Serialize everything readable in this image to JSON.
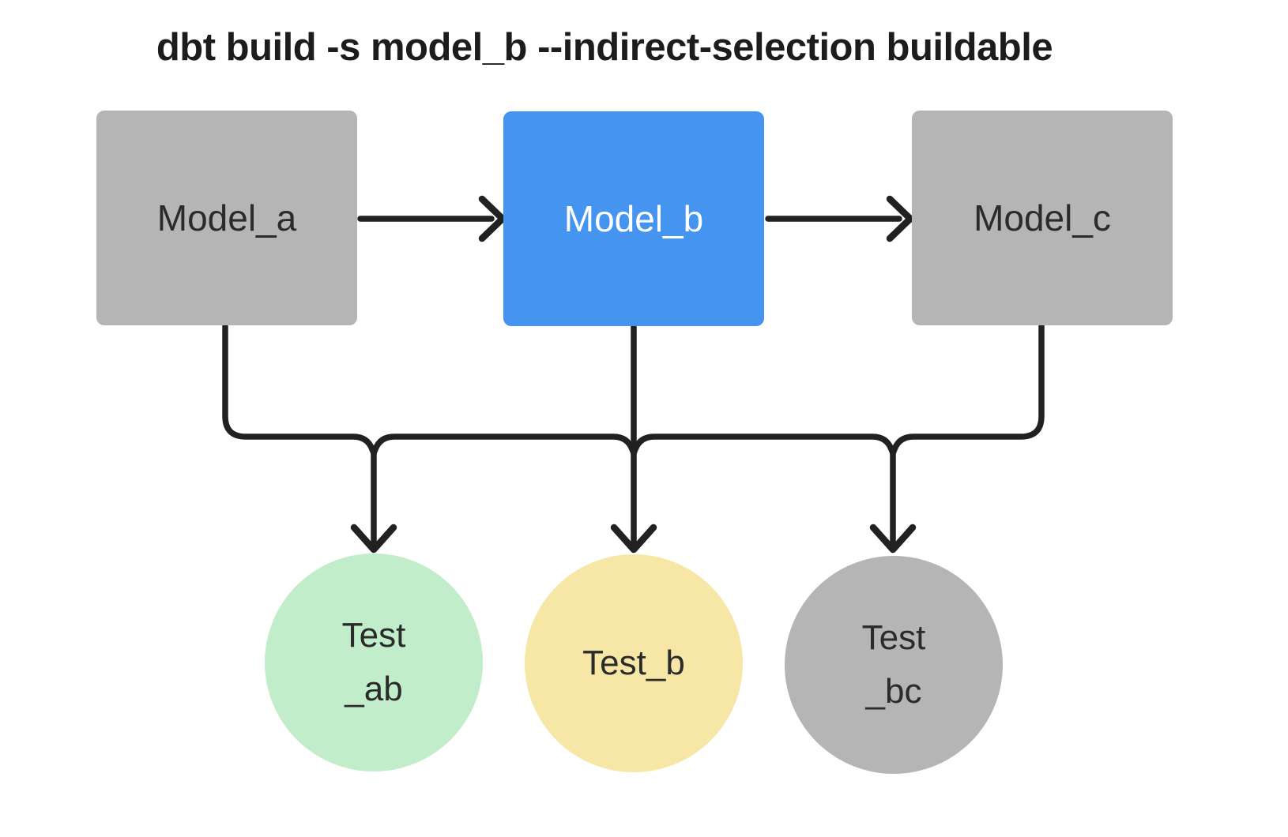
{
  "title": "dbt build -s model_b --indirect-selection buildable",
  "colors": {
    "node_gray": "#b5b5b5",
    "node_blue": "#4594f0",
    "test_green": "#c1edcb",
    "test_yellow": "#f7e7a6",
    "test_gray": "#b5b5b5",
    "edge": "#212121",
    "text_dark": "#2b2b2b",
    "text_light": "#ffffff",
    "text_title": "#1c1c1c"
  },
  "models": [
    {
      "id": "model_a",
      "label": "Model_a",
      "color": "gray"
    },
    {
      "id": "model_b",
      "label": "Model_b",
      "color": "blue"
    },
    {
      "id": "model_c",
      "label": "Model_c",
      "color": "gray"
    }
  ],
  "tests": [
    {
      "id": "test_ab",
      "line1": "Test",
      "line2": "_ab",
      "color": "green"
    },
    {
      "id": "test_b",
      "line1": "Test_b",
      "line2": "",
      "color": "yellow"
    },
    {
      "id": "test_bc",
      "line1": "Test",
      "line2": "_bc",
      "color": "gray"
    }
  ],
  "edges": [
    {
      "from": "model_a",
      "to": "model_b",
      "type": "arrow"
    },
    {
      "from": "model_b",
      "to": "model_c",
      "type": "arrow"
    },
    {
      "from": "model_a",
      "to": "test_ab",
      "type": "arrow"
    },
    {
      "from": "model_b",
      "to": "test_b",
      "type": "arrow"
    },
    {
      "from": "model_c",
      "to": "test_bc",
      "type": "arrow"
    }
  ]
}
